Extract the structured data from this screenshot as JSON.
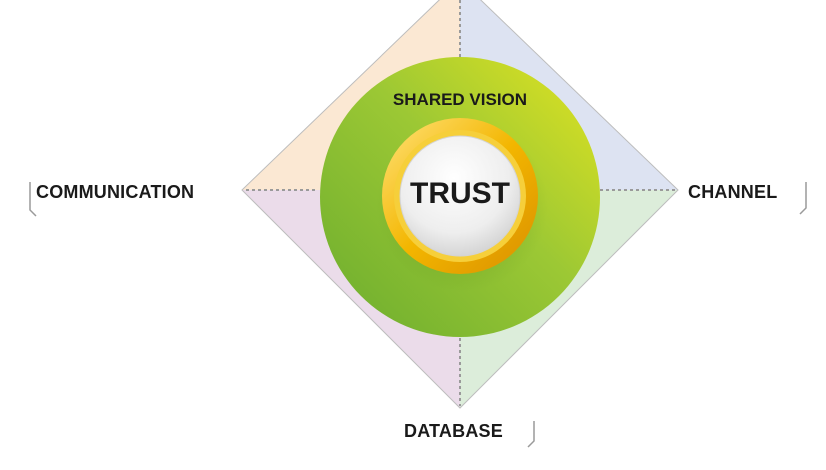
{
  "diagram": {
    "center_label": "TRUST",
    "ring_label": "SHARED VISION",
    "left_label": "COMMUNICATION",
    "right_label": "CHANNEL",
    "bottom_label": "DATABASE",
    "colors": {
      "quadrant_top_left": "#fbe8d3",
      "quadrant_top_right": "#dde3f2",
      "quadrant_bottom_left": "#ebdcea",
      "quadrant_bottom_right": "#dcedda",
      "ring_green_dark": "#77b52c",
      "ring_green_light": "#d8e22a",
      "gold_ring": "#f2b705",
      "center_button": "#f3f3f3",
      "dotted_line": "#9a9a9a"
    }
  }
}
